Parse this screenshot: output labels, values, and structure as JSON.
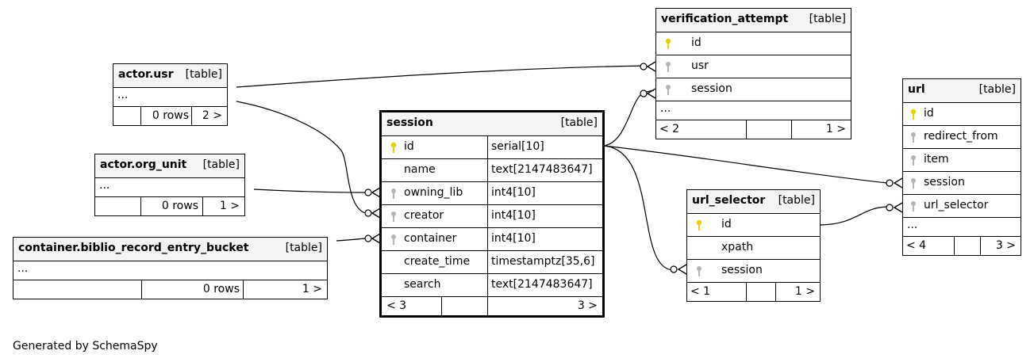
{
  "footer": "Generated by SchemaSpy",
  "tables": {
    "actor_usr": {
      "name": "actor.usr",
      "type": "[table]",
      "ellipsis": "...",
      "rows": "0 rows",
      "next": "2 >"
    },
    "actor_org_unit": {
      "name": "actor.org_unit",
      "type": "[table]",
      "ellipsis": "...",
      "rows": "0 rows",
      "next": "1 >"
    },
    "container_bucket": {
      "name": "container.biblio_record_entry_bucket",
      "type": "[table]",
      "ellipsis": "...",
      "rows": "0 rows",
      "next": "1 >"
    },
    "session": {
      "name": "session",
      "type": "[table]",
      "columns": [
        {
          "name": "id",
          "datatype": "serial[10]",
          "key": "primary"
        },
        {
          "name": "name",
          "datatype": "text[2147483647]",
          "key": "none"
        },
        {
          "name": "owning_lib",
          "datatype": "int4[10]",
          "key": "foreign"
        },
        {
          "name": "creator",
          "datatype": "int4[10]",
          "key": "foreign"
        },
        {
          "name": "container",
          "datatype": "int4[10]",
          "key": "foreign"
        },
        {
          "name": "create_time",
          "datatype": "timestamptz[35,6]",
          "key": "none"
        },
        {
          "name": "search",
          "datatype": "text[2147483647]",
          "key": "none"
        }
      ],
      "prev": "< 3",
      "next": "3 >"
    },
    "verification_attempt": {
      "name": "verification_attempt",
      "type": "[table]",
      "columns": [
        {
          "name": "id",
          "key": "primary"
        },
        {
          "name": "usr",
          "key": "foreign"
        },
        {
          "name": "session",
          "key": "foreign"
        }
      ],
      "ellipsis": "...",
      "prev": "< 2",
      "next": "1 >"
    },
    "url_selector": {
      "name": "url_selector",
      "type": "[table]",
      "columns": [
        {
          "name": "id",
          "key": "primary"
        },
        {
          "name": "xpath",
          "key": "none"
        },
        {
          "name": "session",
          "key": "foreign"
        }
      ],
      "prev": "< 1",
      "next": "1 >"
    },
    "url": {
      "name": "url",
      "type": "[table]",
      "columns": [
        {
          "name": "id",
          "key": "primary"
        },
        {
          "name": "redirect_from",
          "key": "foreign"
        },
        {
          "name": "item",
          "key": "foreign"
        },
        {
          "name": "session",
          "key": "foreign"
        },
        {
          "name": "url_selector",
          "key": "foreign"
        }
      ],
      "ellipsis": "...",
      "prev": "< 4",
      "next": "3 >"
    }
  },
  "colors": {
    "primary_key": "#e6d200",
    "foreign_key": "#b4b4b4",
    "header_bg": "#f4f4f4"
  }
}
